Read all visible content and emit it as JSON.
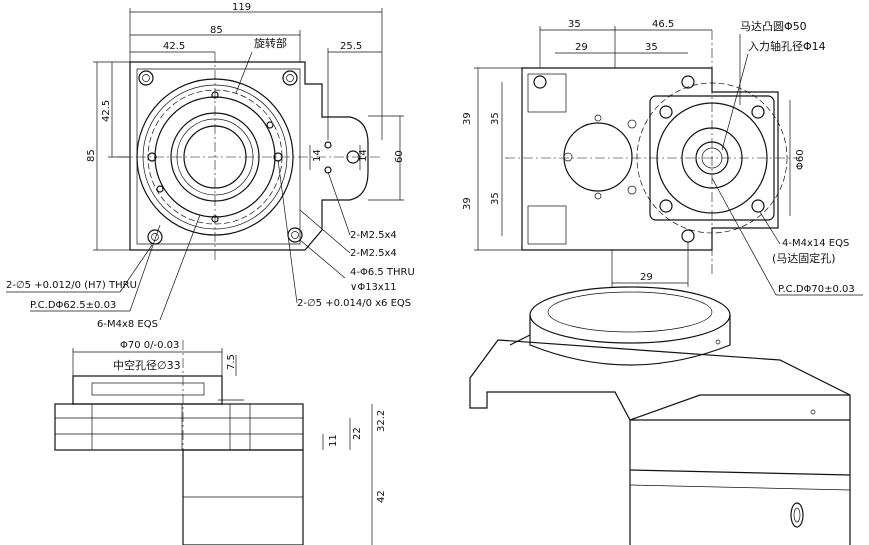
{
  "top_left_view": {
    "dims": {
      "overall_width": "119",
      "body_width": "85",
      "half_width": "42.5",
      "offset": "25.5",
      "left_height": "85",
      "half_height": "42.5",
      "right_height": "60",
      "inner_14_a": "14",
      "inner_14_b": "14"
    },
    "labels": {
      "rotating_part": "旋转部",
      "m25_a": "2-M2.5x4",
      "m25_b": "2-M2.5x4",
      "thru_65": "4-Φ6.5 THRU",
      "cbore": "∨Φ13x11",
      "pin_h7": "2-∅5 +0.012/0 (H7) THRU",
      "pcd_625": "P.C.DΦ62.5±0.03",
      "m4x8": "6-M4x8 EQS",
      "pin_014": "2-∅5 +0.014/0 x6 EQS"
    }
  },
  "top_right_view": {
    "dims": {
      "d35_left": "35",
      "d465": "46.5",
      "d29_top": "29",
      "d35_top2": "35",
      "d39_a": "39",
      "d35_a": "35",
      "d39_b": "39",
      "d35_b": "35",
      "d60": "Φ60",
      "d29_bottom": "29"
    },
    "labels": {
      "motor_boss": "马达凸圆Φ50",
      "input_bore": "入力轴孔径Φ14",
      "m4x14": "4-M4x14 EQS",
      "motor_fix": "(马达固定孔)",
      "pcd_70": "P.C.DΦ70±0.03"
    }
  },
  "side_view": {
    "dims": {
      "d70": "Φ70 0/-0.03",
      "hollow": "中空孔径∅33",
      "d75": "7.5",
      "d322": "32.2",
      "d22": "22",
      "d11": "11",
      "d42": "42"
    }
  },
  "colors": {
    "line": "#111111",
    "background": "#ffffff",
    "shade_light": "#f2f2f2",
    "shade_dark": "#d9d9d9"
  }
}
